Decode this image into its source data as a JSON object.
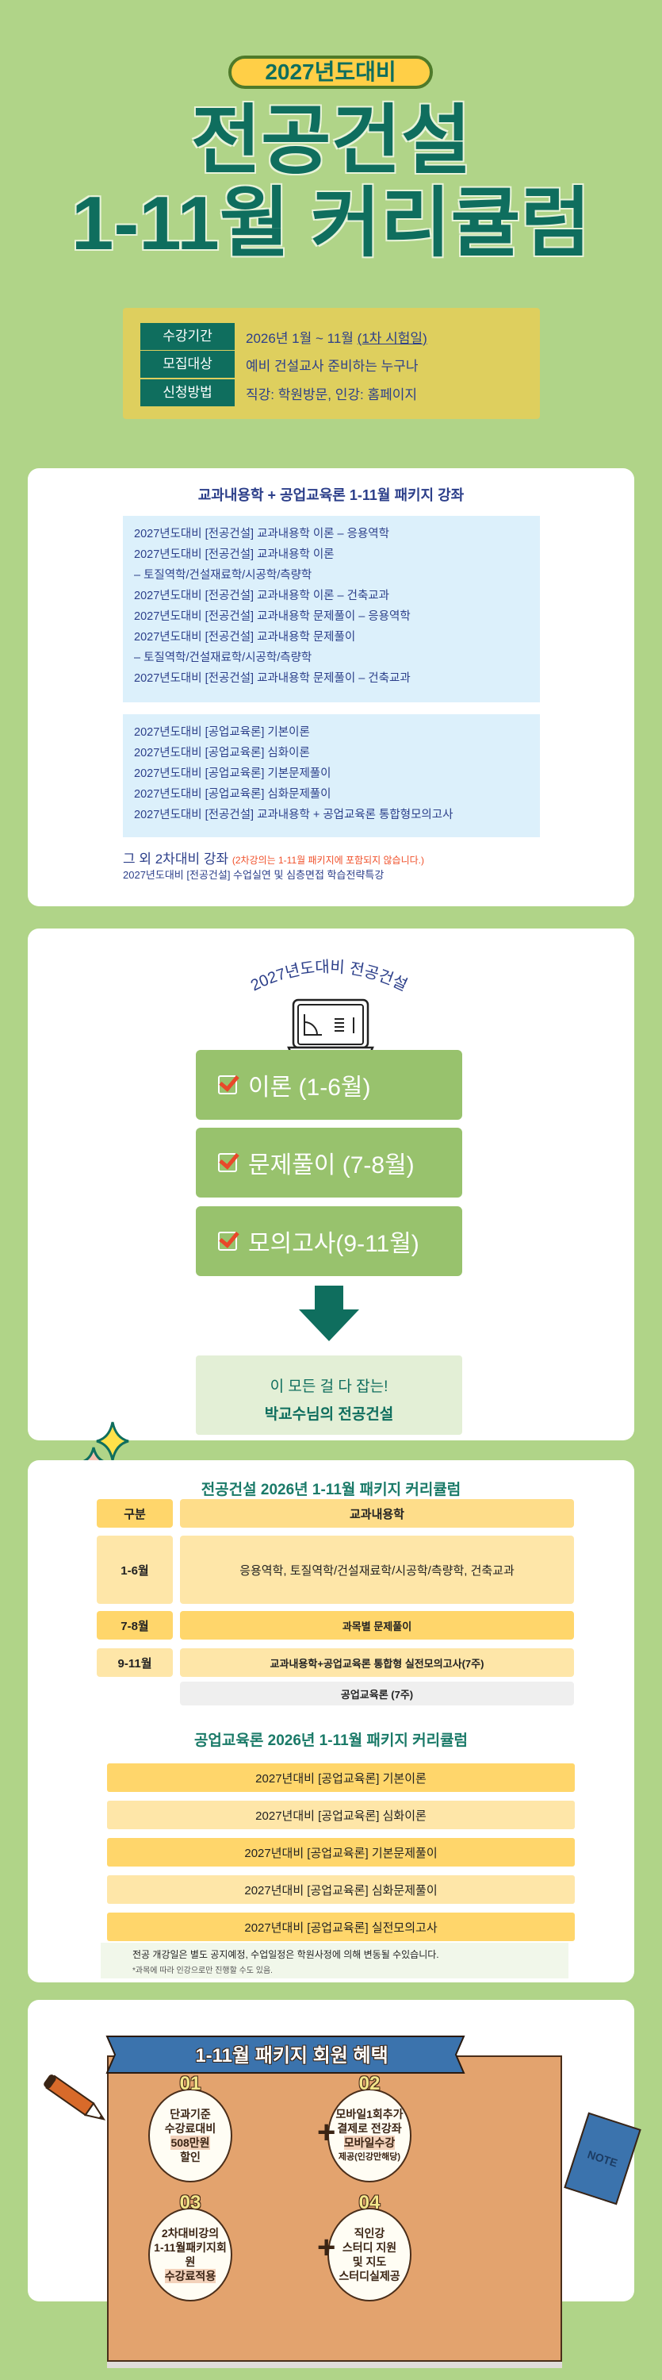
{
  "header": {
    "badge": "2027년도대비",
    "title_line1": "전공건설",
    "title_line2": "1-11월 커리큘럼"
  },
  "info": [
    {
      "label": "수강기간",
      "value": "2026년 1월 ~ 11월 ",
      "value_underlined": "(1차 시험일)"
    },
    {
      "label": "모집대상",
      "value": "예비 건설교사 준비하는 누구나"
    },
    {
      "label": "신청방법",
      "value": "직강: 학원방문, 인강: 홈페이지"
    }
  ],
  "package": {
    "title": "교과내용학 + 공업교육론 1-11월 패키지 강좌",
    "group1": [
      "2027년도대비 [전공건설] 교과내용학 이론 – 응용역학",
      "2027년도대비 [전공건설] 교과내용학 이론",
      "– 토질역학/건설재료학/시공학/측량학",
      "2027년도대비 [전공건설] 교과내용학 이론 – 건축교과",
      "2027년도대비 [전공건설] 교과내용학 문제풀이 – 응용역학",
      "2027년도대비 [전공건설] 교과내용학 문제풀이",
      "– 토질역학/건설재료학/시공학/측량학",
      "2027년도대비 [전공건설] 교과내용학 문제풀이 – 건축교과"
    ],
    "group2": [
      "2027년도대비 [공업교육론] 기본이론",
      "2027년도대비 [공업교육론] 심화이론",
      "2027년도대비 [공업교육론] 기본문제풀이",
      "2027년도대비 [공업교육론] 심화문제풀이",
      "2027년도대비 [전공건설] 교과내용학 + 공업교육론 통합형모의고사"
    ],
    "other_title": "그 외 2차대비 강좌",
    "other_note": "(2차강의는 1-11월 패키지에 포함되지 않습니다.)",
    "other_item": "2027년도대비 [전공건설] 수업실연 및 심층면접 학습전략특강"
  },
  "flow": {
    "arc": "2027년도대비 전공건설",
    "steps": [
      "이론 (1-6월)",
      "문제풀이 (7-8월)",
      "모의고사(9-11월)"
    ],
    "result_line1": "이 모든 걸 다 잡는!",
    "result_line2": "박교수님의 전공건설"
  },
  "curriculum": {
    "title": "전공건설 2026년 1-11월 패키지 커리큘럼",
    "headers": [
      "구분",
      "교과내용학"
    ],
    "rows": [
      {
        "period": "1-6월",
        "content": "응용역학, 토질역학/건설재료학/시공학/측량학, 건축교과"
      },
      {
        "period": "7-8월",
        "content": "과목별 문제풀이"
      },
      {
        "period": "9-11월",
        "content": "교과내용학+공업교육론 통합형 실전모의고사(7주)"
      }
    ],
    "extra": "공업교육론 (7주)",
    "title2": "공업교육론 2026년 1-11월 패키지 커리큘럼",
    "list2": [
      "2027년대비 [공업교육론] 기본이론",
      "2027년대비 [공업교육론] 심화이론",
      "2027년대비 [공업교육론] 기본문제풀이",
      "2027년대비 [공업교육론] 심화문제풀이",
      "2027년대비 [공업교육론] 실전모의고사"
    ],
    "note1": "전공 개강일은 별도 공지예정, 수업일정은 학원사정에 의해 변동될 수있습니다.",
    "note2": "*과목에 따라 인강으로만 진행할 수도 있음."
  },
  "benefits": {
    "title": "1-11월 패키지 회원 혜택",
    "note_label": "NOTE",
    "items": [
      {
        "num": "01",
        "lines": [
          "단과기준",
          "수강료대비"
        ],
        "hl": "508만원",
        "after": "할인"
      },
      {
        "num": "02",
        "lines": [
          "모바일1회추가",
          "결제로 전강좌"
        ],
        "hl": "모바일수강",
        "after": "제공(인강만해당)"
      },
      {
        "num": "03",
        "lines": [
          "2차대비강의",
          "1-11월패키지회원"
        ],
        "hl": "수강료적용",
        "after": ""
      },
      {
        "num": "04",
        "lines": [
          "직인강",
          "스터디 지원",
          "및 지도",
          "스터디실제공"
        ],
        "hl": "",
        "after": ""
      }
    ]
  },
  "colors": {
    "bg": "#b0d488",
    "accent": "#0f6e5e",
    "yellow": "#ffd66b",
    "navy": "#2c3f8a"
  }
}
